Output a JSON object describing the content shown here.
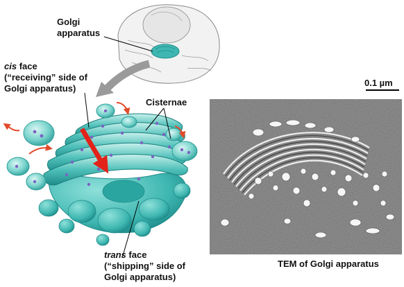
{
  "labels": {
    "golgi_line1": "Golgi",
    "golgi_line2": "apparatus",
    "cis_italic": "cis",
    "cis_rest": " face",
    "cis_line2": "(“receiving” side of",
    "cis_line3": "Golgi apparatus)",
    "cisternae": "Cisternae",
    "trans_italic": "trans",
    "trans_rest": " face",
    "trans_line2": "(“shipping” side of",
    "trans_line3": "Golgi apparatus)",
    "scale_bar": "0.1 µm",
    "tem_caption": "TEM of Golgi apparatus"
  },
  "colors": {
    "golgi_teal": "#3fb7b1",
    "golgi_dark": "#1f8c8a",
    "golgi_light": "#9fe3df",
    "vesicle_cargo": "#7b62c4",
    "arrow_red": "#e2231a",
    "curve_arrow_gray": "#9a9a9a",
    "tem_gray": "#7a7a7a"
  }
}
